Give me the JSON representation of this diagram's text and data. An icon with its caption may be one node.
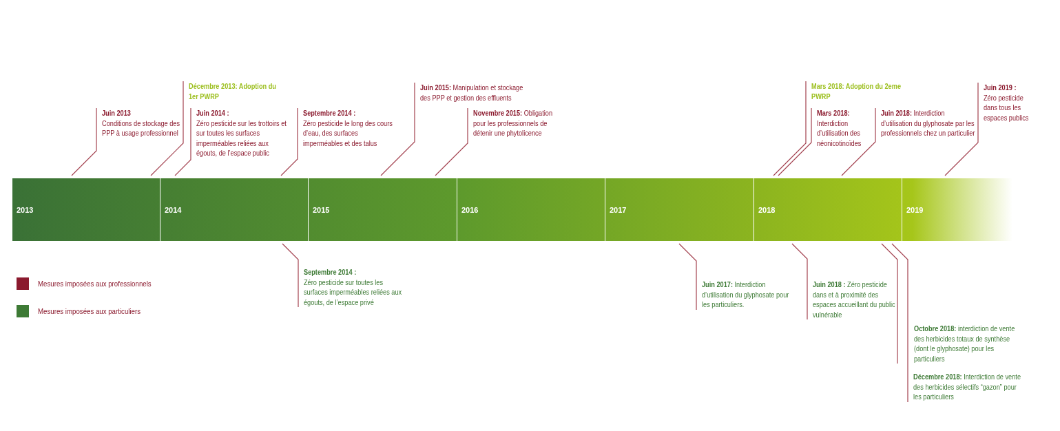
{
  "diagram": {
    "nodes": [
      {
        "text": [
          "2013"
        ]
      },
      {
        "text": [
          "2014"
        ]
      },
      {
        "text": [
          "2015"
        ]
      },
      {
        "text": [
          "2016"
        ]
      },
      {
        "text": [
          "2017"
        ]
      },
      {
        "text": [
          "2018"
        ]
      },
      {
        "text": [
          "2019"
        ]
      },
      {
        "text": [
          "Juin 2013",
          "Conditions de stockage des PPP à usage professionnel"
        ]
      },
      {
        "text": [
          "Décembre 2013: Adoption du 1er PWRP"
        ]
      },
      {
        "text": [
          "Juin 2014 :",
          "Zéro pesticide sur les trottoirs et sur toutes les surfaces imperméables reliées aux égouts, de l’espace public"
        ]
      },
      {
        "text": [
          "Septembre 2014 :",
          "Zéro pesticide le long des cours d’eau, des surfaces imperméables et des talus"
        ]
      },
      {
        "text": [
          "**Juin 2015:** Manipulation et stockage des PPP et gestion des effluents"
        ]
      },
      {
        "text": [
          "**Novembre 2015:** Obligation pour les professionnels de détenir une phytolicence"
        ]
      },
      {
        "text": [
          "Mars 2018: Adoption du 2eme PWRP"
        ]
      },
      {
        "text": [
          "Mars 2018:",
          "Interdiction d’utilisation des néonicotinoïdes"
        ]
      },
      {
        "text": [
          "**Juin 2018:** Interdiction d’utilisation du glyphosate par les professionnels chez un particulier"
        ]
      },
      {
        "text": [
          "Juin 2019 :",
          "Zéro pesticide dans tous les espaces publics"
        ]
      },
      {
        "text": [
          "Septembre 2014 :",
          "Zéro pesticide sur toutes les surfaces imperméables reliées aux égouts, de l’espace privé"
        ]
      },
      {
        "text": [
          "**Juin 2017:** Interdiction d’utilisation du glyphosate pour les particuliers."
        ]
      },
      {
        "text": [
          "**Juin 2018 :** Zéro pesticide dans et à proximité des espaces accueillant du public vulnérable"
        ]
      },
      {
        "text": [
          "**Octobre 2018:** interdiction de vente des herbicides totaux de synthèse (dont le glyphosate) pour les particuliers"
        ]
      },
      {
        "text": [
          "**Décembre 2018:** Interdiction de vente des herbicides sélectifs “gazon” pour les particuliers"
        ]
      }
    ],
    "edges": [
      {
        "from": 7,
        "to": 0,
        "arrow": "none"
      },
      {
        "from": 8,
        "to": 0,
        "arrow": "none"
      },
      {
        "from": 9,
        "to": 1,
        "arrow": "none"
      },
      {
        "from": 10,
        "to": 1,
        "arrow": "none"
      },
      {
        "from": 11,
        "to": 2,
        "arrow": "none"
      },
      {
        "from": 12,
        "to": 2,
        "arrow": "none"
      },
      {
        "from": 13,
        "to": 5,
        "arrow": "none"
      },
      {
        "from": 14,
        "to": 5,
        "arrow": "none"
      },
      {
        "from": 15,
        "to": 5,
        "arrow": "none"
      },
      {
        "from": 16,
        "to": 6,
        "arrow": "none"
      },
      {
        "from": 17,
        "to": 1,
        "arrow": "none"
      },
      {
        "from": 18,
        "to": 4,
        "arrow": "none"
      },
      {
        "from": 19,
        "to": 5,
        "arrow": "none"
      },
      {
        "from": 20,
        "to": 5,
        "arrow": "none"
      },
      {
        "from": 21,
        "to": 5,
        "arrow": "none"
      }
    ],
    "legend": [
      {
        "text": "Mesures imposées aux professionnels",
        "color": "#8b1a2e"
      },
      {
        "text": "Mesures imposées aux particuliers",
        "color": "#3d7a35"
      }
    ]
  }
}
